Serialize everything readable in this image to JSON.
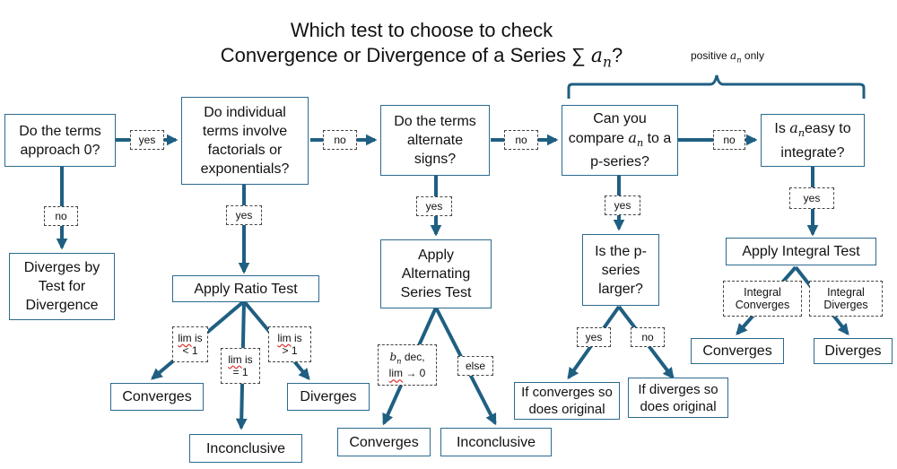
{
  "title": {
    "line1": "Which test to choose to check",
    "line2_prefix": "Convergence or Divergence of a Series ",
    "line2_sigma": "∑",
    "line2_var": "a",
    "line2_sub": "n",
    "line2_suffix": "?"
  },
  "bracket_note": {
    "prefix": "positive ",
    "var": "a",
    "sub": "n",
    "suffix": " only"
  },
  "nodes": {
    "q_terms_zero": "Do the terms approach 0?",
    "q_factorials": "Do individual terms involve factorials or exponentials?",
    "q_alternate": "Do the terms alternate signs?",
    "q_compare_prefix": "Can you compare ",
    "q_compare_var": "a",
    "q_compare_sub": "n",
    "q_compare_suffix": " to a p-series?",
    "q_integrate_prefix": "Is ",
    "q_integrate_var": "a",
    "q_integrate_sub": "n",
    "q_integrate_suffix": "easy to integrate?",
    "diverges_test": "Diverges by Test for Divergence",
    "ratio_test": "Apply Ratio Test",
    "alt_series_test": "Apply Alternating Series Test",
    "p_series_larger": "Is the p-series larger?",
    "integral_test": "Apply Integral Test",
    "ratio_converges": "Converges",
    "ratio_inconclusive": "Inconclusive",
    "ratio_diverges": "Diverges",
    "alt_converges": "Converges",
    "alt_inconclusive": "Inconclusive",
    "if_converges": "If converges so does original",
    "if_diverges": "If diverges so does original",
    "int_converges": "Converges",
    "int_diverges": "Diverges"
  },
  "labels": {
    "yes_1": "yes",
    "no_1": "no",
    "no_2": "no",
    "no_3": "no",
    "no_4": "no",
    "yes_factorials": "yes",
    "yes_alternate": "yes",
    "yes_compare": "yes",
    "yes_integrate": "yes",
    "lim_lt1_a": "lim",
    "lim_lt1_b": " is",
    "lim_lt1_c": "< 1",
    "lim_eq1_a": "lim",
    "lim_eq1_b": " is",
    "lim_eq1_c": "= 1",
    "lim_gt1_a": "lim",
    "lim_gt1_b": " is",
    "lim_gt1_c": "> 1",
    "bn_var": "b",
    "bn_sub": "n",
    "bn_suffix": " dec,",
    "bn_lim": "lim",
    "bn_limval": " → 0",
    "else": "else",
    "p_yes": "yes",
    "p_no": "no",
    "integral_converges": "Integral Converges",
    "integral_diverges": "Integral Diverges"
  },
  "colors": {
    "arrow": "#1f5f82",
    "box_border": "#2c6a8e",
    "label_border": "#444444"
  }
}
